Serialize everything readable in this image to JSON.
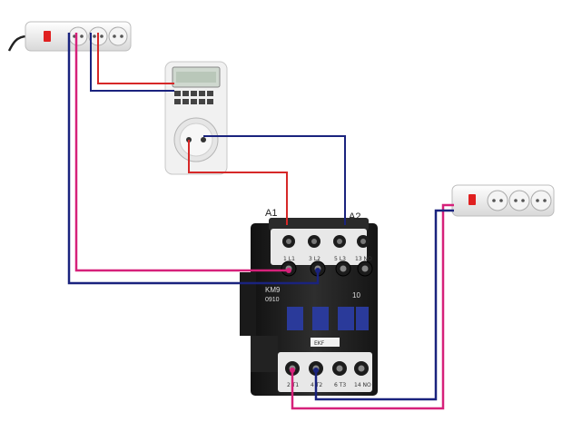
{
  "labels": {
    "a1": "A1",
    "a2": "A2"
  },
  "contactor": {
    "model": "KM9",
    "code": "0910",
    "aux": "10",
    "brand": "EKF",
    "top_terminals": [
      "1 L1",
      "3 L2",
      "5 L3",
      "13 NO"
    ],
    "bottom_terminals": [
      "2 T1",
      "4 T2",
      "6 T3",
      "14 NO"
    ]
  },
  "colors": {
    "phase": "#d62828",
    "phase_pink": "#d6217a",
    "neutral": "#1a237e",
    "contactor_body": "#1c1c1c",
    "contactor_window": "#2a3a9a",
    "socket_body": "#eeeeee",
    "power_switch": "#e02020"
  },
  "icons": {
    "power_strip": "power-strip-icon",
    "timer": "timer-socket-icon",
    "contactor": "contactor-icon"
  }
}
